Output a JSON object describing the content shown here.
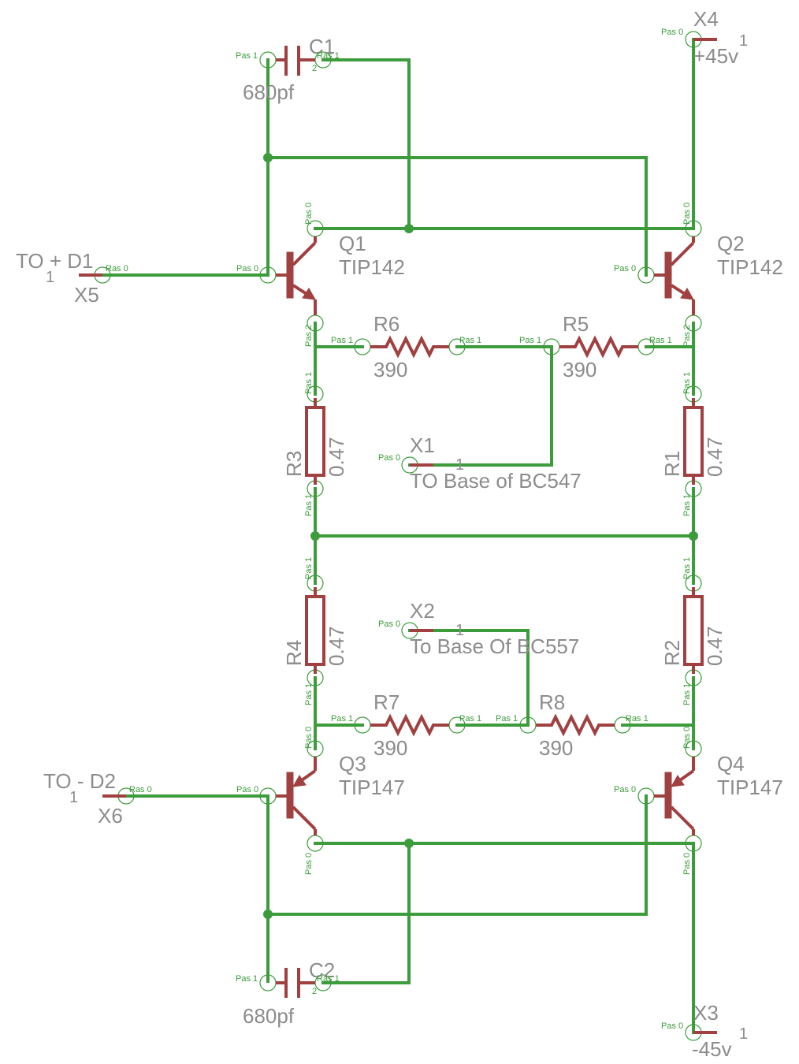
{
  "parts": {
    "C1": {
      "name": "C1",
      "value": "680pf"
    },
    "C2": {
      "name": "C2",
      "value": "680pf"
    },
    "Q1": {
      "name": "Q1",
      "value": "TIP142"
    },
    "Q2": {
      "name": "Q2",
      "value": "TIP142"
    },
    "Q3": {
      "name": "Q3",
      "value": "TIP147"
    },
    "Q4": {
      "name": "Q4",
      "value": "TIP147"
    },
    "R1": {
      "name": "R1",
      "value": "0.47"
    },
    "R2": {
      "name": "R2",
      "value": "0.47"
    },
    "R3": {
      "name": "R3",
      "value": "0.47"
    },
    "R4": {
      "name": "R4",
      "value": "0.47"
    },
    "R5": {
      "name": "R5",
      "value": "390"
    },
    "R6": {
      "name": "R6",
      "value": "390"
    },
    "R7": {
      "name": "R7",
      "value": "390"
    },
    "R8": {
      "name": "R8",
      "value": "390"
    }
  },
  "connectors": {
    "X1": {
      "name": "X1",
      "pin": "1",
      "label": "TO Base of BC547"
    },
    "X2": {
      "name": "X2",
      "pin": "1",
      "label": "To Base Of BC557"
    },
    "X3": {
      "name": "X3",
      "pin": "1",
      "label": "-45v"
    },
    "X4": {
      "name": "X4",
      "pin": "1",
      "label": "+45v"
    },
    "X5": {
      "name": "X5",
      "pin": "1",
      "label": "TO + D1"
    },
    "X6": {
      "name": "X6",
      "pin": "1",
      "label": "TO - D2"
    }
  },
  "pin_labels": {
    "pas0": "Pas 0",
    "pas1": "Pas 1",
    "pas2": "Pas 2",
    "ras0": "Ras 0",
    "ras1": "Ras 1",
    "pin2": "2"
  },
  "colors": {
    "wire": "#3c9c3c",
    "part": "#a04040",
    "text": "#8c8c8c"
  }
}
